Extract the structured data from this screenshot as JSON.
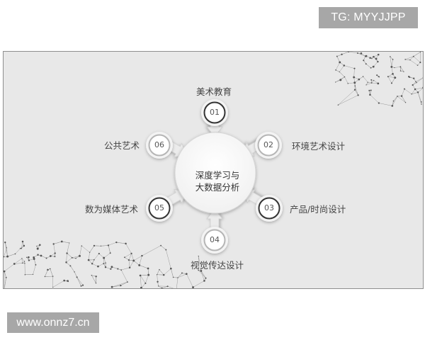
{
  "watermark_top": "TG: MYYJJPP",
  "watermark_bottom": "www.onnz7.cn",
  "diagram": {
    "center": {
      "line1": "深度学习与",
      "line2": "大数据分析"
    },
    "nodes": [
      {
        "number": "01",
        "label": "美术教育"
      },
      {
        "number": "02",
        "label": "环境艺术设计"
      },
      {
        "number": "03",
        "label": "产品/时尚设计"
      },
      {
        "number": "04",
        "label": "视觉传达设计"
      },
      {
        "number": "05",
        "label": "数为媒体艺术"
      },
      {
        "number": "06",
        "label": "公共艺术"
      }
    ],
    "colors": {
      "slide_bg": "#e8e8e8",
      "ring_dark": "#333333",
      "ring_light": "#b5b5b5",
      "arrow": "#ececec"
    }
  }
}
